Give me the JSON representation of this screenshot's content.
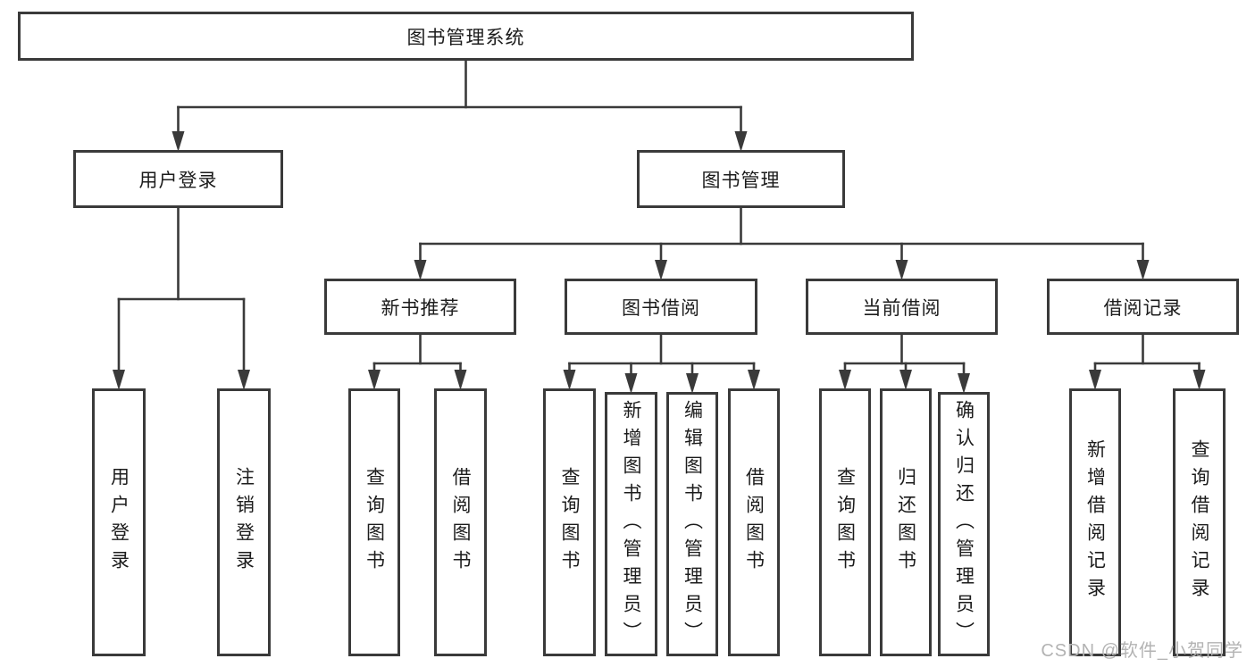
{
  "diagram": {
    "type": "tree",
    "title": "图书管理系统",
    "watermark": "CSDN @软件_小贺同学",
    "colors": {
      "line": "#3a3a3a",
      "text": "#1c1c1c",
      "background": "#ffffff",
      "watermark": "#b3b3b3"
    },
    "nodes": [
      {
        "id": "root",
        "label": "图书管理系统",
        "parent": null,
        "orientation": "horizontal"
      },
      {
        "id": "login",
        "label": "用户登录",
        "parent": "root",
        "orientation": "horizontal"
      },
      {
        "id": "mgmt",
        "label": "图书管理",
        "parent": "root",
        "orientation": "horizontal"
      },
      {
        "id": "newbook",
        "label": "新书推荐",
        "parent": "mgmt",
        "orientation": "horizontal"
      },
      {
        "id": "borrow",
        "label": "图书借阅",
        "parent": "mgmt",
        "orientation": "horizontal"
      },
      {
        "id": "current",
        "label": "当前借阅",
        "parent": "mgmt",
        "orientation": "horizontal"
      },
      {
        "id": "record",
        "label": "借阅记录",
        "parent": "mgmt",
        "orientation": "horizontal"
      },
      {
        "id": "login-user",
        "label": "用户登录",
        "parent": "login",
        "orientation": "vertical"
      },
      {
        "id": "login-logout",
        "label": "注销登录",
        "parent": "login",
        "orientation": "vertical"
      },
      {
        "id": "newbook-query",
        "label": "查询图书",
        "parent": "newbook",
        "orientation": "vertical"
      },
      {
        "id": "newbook-borrow",
        "label": "借阅图书",
        "parent": "newbook",
        "orientation": "vertical"
      },
      {
        "id": "borrow-query",
        "label": "查询图书",
        "parent": "borrow",
        "orientation": "vertical"
      },
      {
        "id": "borrow-add",
        "label": "新增图书（管理员）",
        "parent": "borrow",
        "orientation": "vertical"
      },
      {
        "id": "borrow-edit",
        "label": "编辑图书（管理员）",
        "parent": "borrow",
        "orientation": "vertical"
      },
      {
        "id": "borrow-borrow",
        "label": "借阅图书",
        "parent": "borrow",
        "orientation": "vertical"
      },
      {
        "id": "current-query",
        "label": "查询图书",
        "parent": "current",
        "orientation": "vertical"
      },
      {
        "id": "current-return",
        "label": "归还图书",
        "parent": "current",
        "orientation": "vertical"
      },
      {
        "id": "current-confirm",
        "label": "确认归还（管理员）",
        "parent": "current",
        "orientation": "vertical"
      },
      {
        "id": "record-add",
        "label": "新增借阅记录",
        "parent": "record",
        "orientation": "vertical"
      },
      {
        "id": "record-query",
        "label": "查询借阅记录",
        "parent": "record",
        "orientation": "vertical"
      }
    ]
  }
}
